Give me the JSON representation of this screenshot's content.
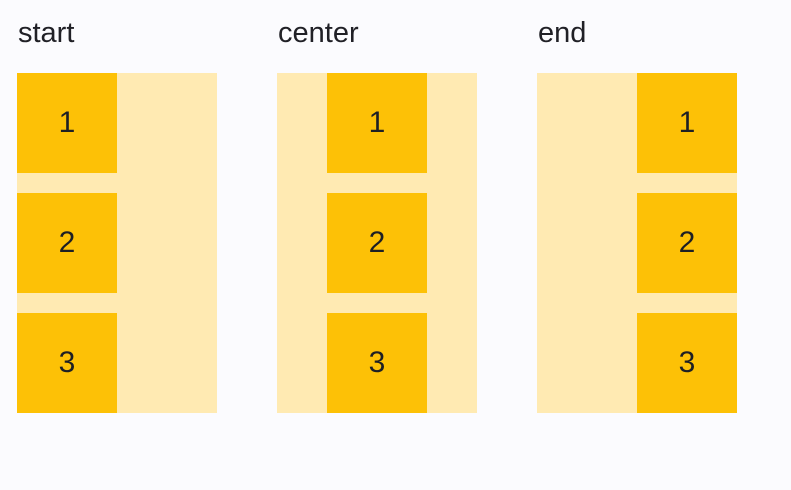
{
  "page": {
    "background": "#FBFBFE"
  },
  "colors": {
    "container_bg": "#FFEAB2",
    "item_bg": "#FDC106",
    "heading_text": "#202026",
    "item_text": "#1E1F24"
  },
  "demos": [
    {
      "label": "start",
      "alignment": "start",
      "items": [
        "1",
        "2",
        "3"
      ]
    },
    {
      "label": "center",
      "alignment": "center",
      "items": [
        "1",
        "2",
        "3"
      ]
    },
    {
      "label": "end",
      "alignment": "end",
      "items": [
        "1",
        "2",
        "3"
      ]
    }
  ]
}
